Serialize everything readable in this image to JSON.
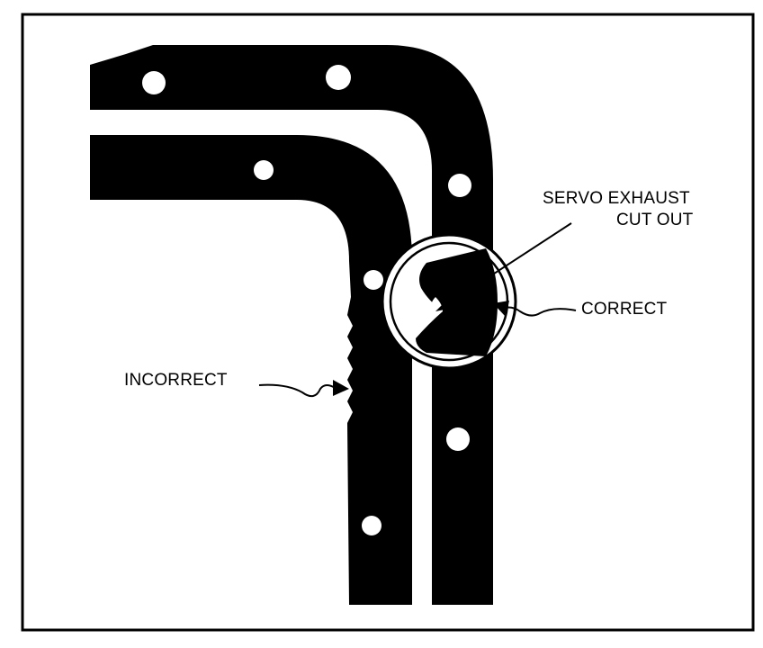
{
  "labels": {
    "servo_exhaust_line1": "SERVO EXHAUST",
    "servo_exhaust_line2": "CUT OUT",
    "correct": "CORRECT",
    "incorrect": "INCORRECT"
  },
  "colors": {
    "ink": "#000000",
    "paper": "#ffffff"
  }
}
